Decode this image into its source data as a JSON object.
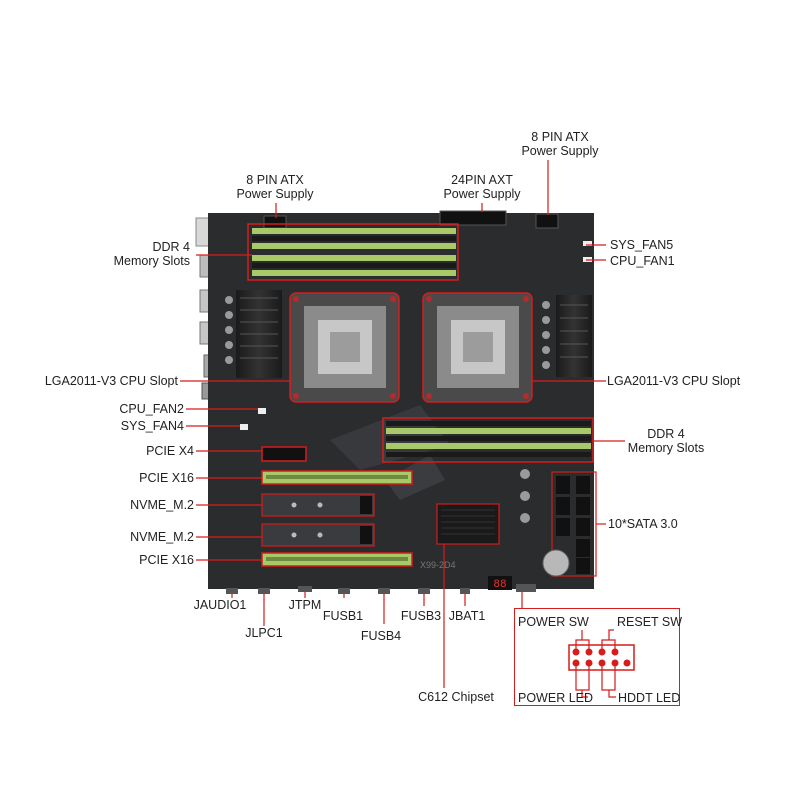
{
  "labels": {
    "atx8_top_left": "8 PIN ATX\nPower Supply",
    "atx24": "24PIN AXT\nPower Supply",
    "atx8_top_right": "8 PIN ATX\nPower Supply",
    "ddr4_left": "DDR 4\nMemory Slots",
    "sys_fan5": "SYS_FAN5",
    "cpu_fan1": "CPU_FAN1",
    "cpu_socket_left": "LGA2011-V3 CPU Slopt",
    "cpu_socket_right": "LGA2011-V3 CPU Slopt",
    "cpu_fan2": "CPU_FAN2",
    "sys_fan4": "SYS_FAN4",
    "ddr4_right": "DDR 4\nMemory Slots",
    "pcie_x4": "PCIE X4",
    "pcie_x16_top": "PCIE X16",
    "nvme_top": "NVME_M.2",
    "nvme_bottom": "NVME_M.2",
    "pcie_x16_bottom": "PCIE X16",
    "sata": "10*SATA 3.0",
    "jaudio": "JAUDIO1",
    "jlpc": "JLPC1",
    "jtpm": "JTPM",
    "fusb1": "FUSB1",
    "fusb4": "FUSB4",
    "fusb3": "FUSB3",
    "jbat": "JBAT1",
    "chipset": "C612 Chipset"
  },
  "panel": {
    "power_sw": "POWER SW",
    "reset_sw": "RESET SW",
    "power_led": "POWER LED",
    "hddt_led": "HDDT LED"
  },
  "board": {
    "silk_text": "X99-2D4",
    "debug_display": "88"
  },
  "colors": {
    "callout": "#d61c1c",
    "board": "#2b2c2e",
    "slot_green": "#a8c96a",
    "text": "#222222"
  }
}
